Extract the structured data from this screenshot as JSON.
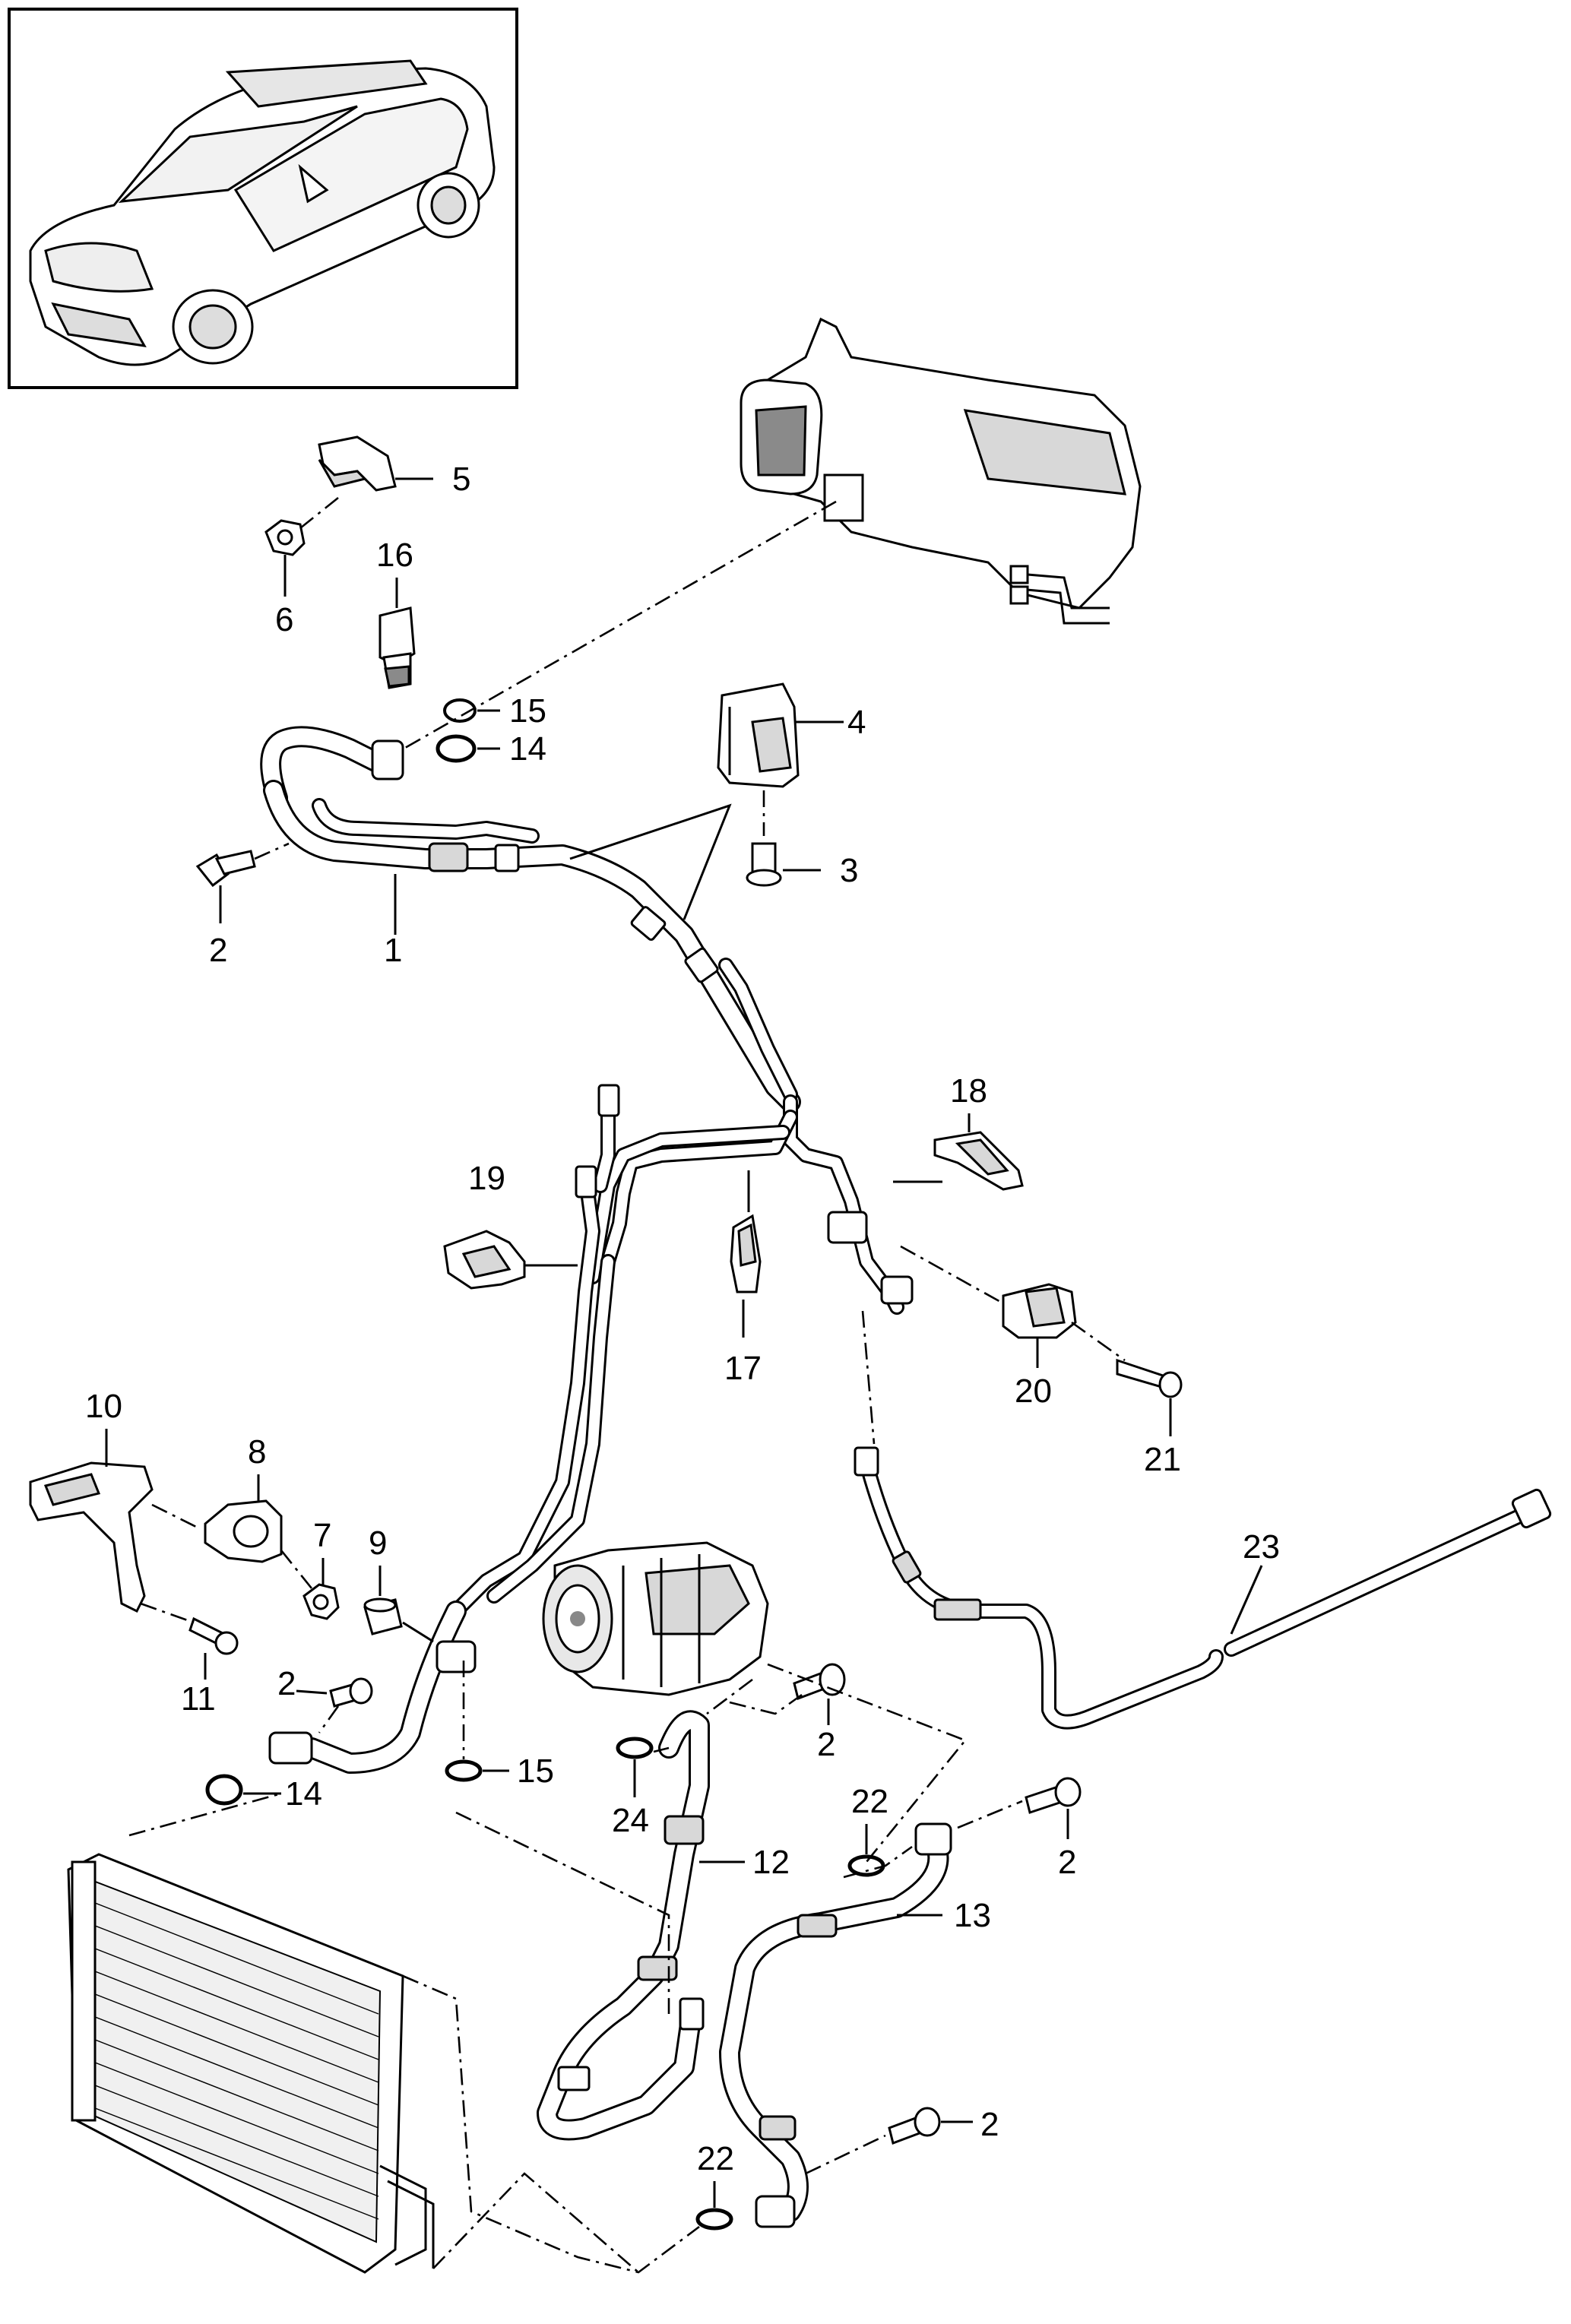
{
  "callouts": [
    {
      "id": "c1",
      "text": "1"
    },
    {
      "id": "c2a",
      "text": "2"
    },
    {
      "id": "c2b",
      "text": "2"
    },
    {
      "id": "c2c",
      "text": "2"
    },
    {
      "id": "c2d",
      "text": "2"
    },
    {
      "id": "c2e",
      "text": "2"
    },
    {
      "id": "c3",
      "text": "3"
    },
    {
      "id": "c4",
      "text": "4"
    },
    {
      "id": "c5",
      "text": "5"
    },
    {
      "id": "c6",
      "text": "6"
    },
    {
      "id": "c7",
      "text": "7"
    },
    {
      "id": "c8",
      "text": "8"
    },
    {
      "id": "c9",
      "text": "9"
    },
    {
      "id": "c10",
      "text": "10"
    },
    {
      "id": "c11",
      "text": "11"
    },
    {
      "id": "c12",
      "text": "12"
    },
    {
      "id": "c13",
      "text": "13"
    },
    {
      "id": "c14a",
      "text": "14"
    },
    {
      "id": "c14b",
      "text": "14"
    },
    {
      "id": "c15a",
      "text": "15"
    },
    {
      "id": "c15b",
      "text": "15"
    },
    {
      "id": "c16",
      "text": "16"
    },
    {
      "id": "c17",
      "text": "17"
    },
    {
      "id": "c18",
      "text": "18"
    },
    {
      "id": "c19",
      "text": "19"
    },
    {
      "id": "c20",
      "text": "20"
    },
    {
      "id": "c21",
      "text": "21"
    },
    {
      "id": "c22a",
      "text": "22"
    },
    {
      "id": "c22b",
      "text": "22"
    },
    {
      "id": "c23",
      "text": "23"
    },
    {
      "id": "c24",
      "text": "24"
    }
  ]
}
